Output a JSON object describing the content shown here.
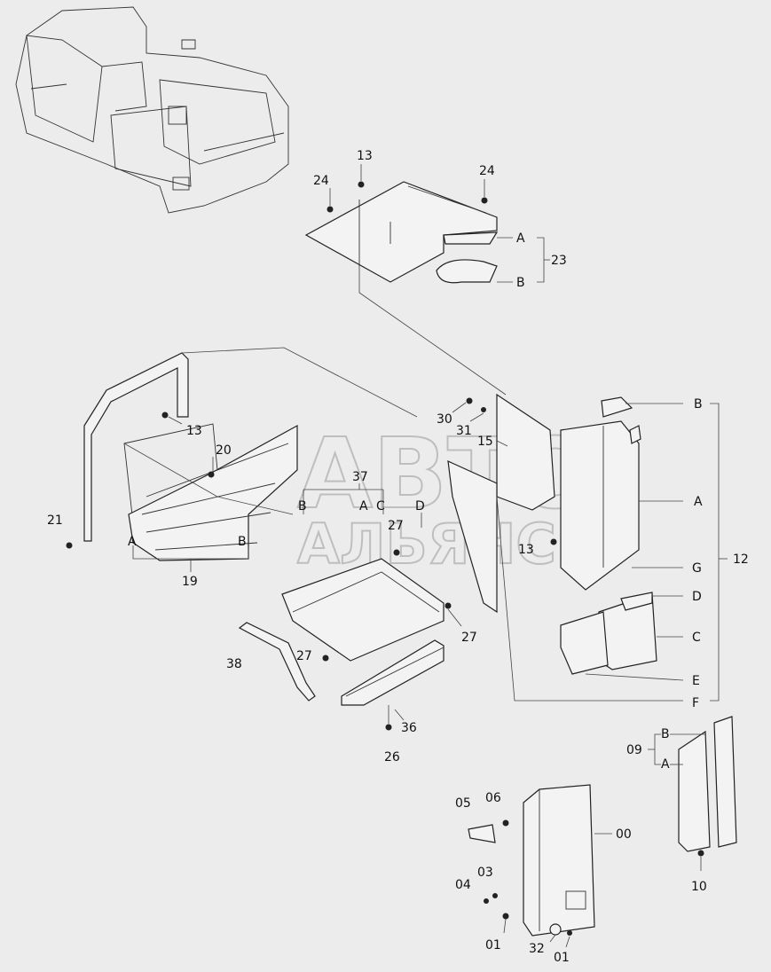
{
  "watermark": {
    "line1": "АВТО",
    "line2": "АЛЬЯНС"
  },
  "labels": {
    "l24a": "24",
    "l13a": "13",
    "l24b": "24",
    "l23": "23",
    "l23A": "A",
    "l23B": "B",
    "l30": "30",
    "l31": "31",
    "l15": "15",
    "l13b": "13",
    "l13c": "13",
    "l20": "20",
    "l21": "21",
    "l19": "19",
    "l19A": "A",
    "l19B": "B",
    "l37": "37",
    "l37B": "B",
    "l37A": "A",
    "l37C": "C",
    "l37D": "D",
    "l27a": "27",
    "l27b": "27",
    "l27c": "27",
    "l38": "38",
    "l36": "36",
    "l26": "26",
    "l12": "12",
    "l12A": "A",
    "l12B": "B",
    "l12C": "C",
    "l12D": "D",
    "l12E": "E",
    "l12F": "F",
    "l12G": "G",
    "l09": "09",
    "l09A": "A",
    "l09B": "B",
    "l10": "10",
    "l00": "00",
    "l05": "05",
    "l06": "06",
    "l03": "03",
    "l04": "04",
    "l01a": "01",
    "l32": "32",
    "l01b": "01"
  }
}
